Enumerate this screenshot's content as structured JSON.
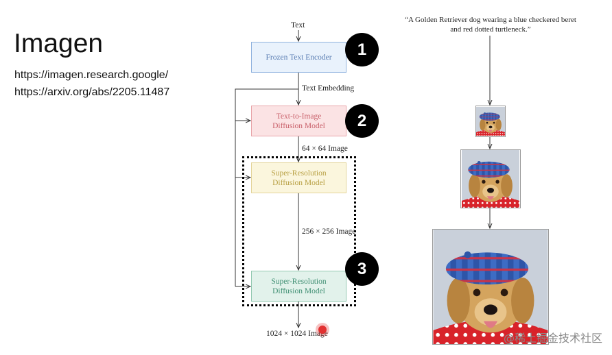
{
  "slide": {
    "title": "Imagen",
    "links": [
      "https://imagen.research.google/",
      "https://arxiv.org/abs/2205.11487"
    ]
  },
  "diagram": {
    "input_label": "Text",
    "boxes": {
      "encoder": "Frozen Text Encoder",
      "t2i": [
        "Text-to-Image",
        "Diffusion Model"
      ],
      "sr1": [
        "Super-Resolution",
        "Diffusion Model"
      ],
      "sr2": [
        "Super-Resolution",
        "Diffusion Model"
      ]
    },
    "edge_labels": {
      "embedding": "Text Embedding",
      "img64": "64 × 64 Image",
      "img256": "256 × 256 Image",
      "img1024": "1024 × 1024 Image"
    },
    "badges": [
      "1",
      "2",
      "3"
    ],
    "colors": {
      "encoder": "#5b7eb3",
      "t2i": "#c9606a",
      "sr1": "#b8a044",
      "sr2": "#3f8f73"
    }
  },
  "example": {
    "prompt": "“A Golden Retriever dog wearing a blue checkered beret and red dotted turtleneck.”"
  },
  "watermark": "@稀土掘金技术社区"
}
